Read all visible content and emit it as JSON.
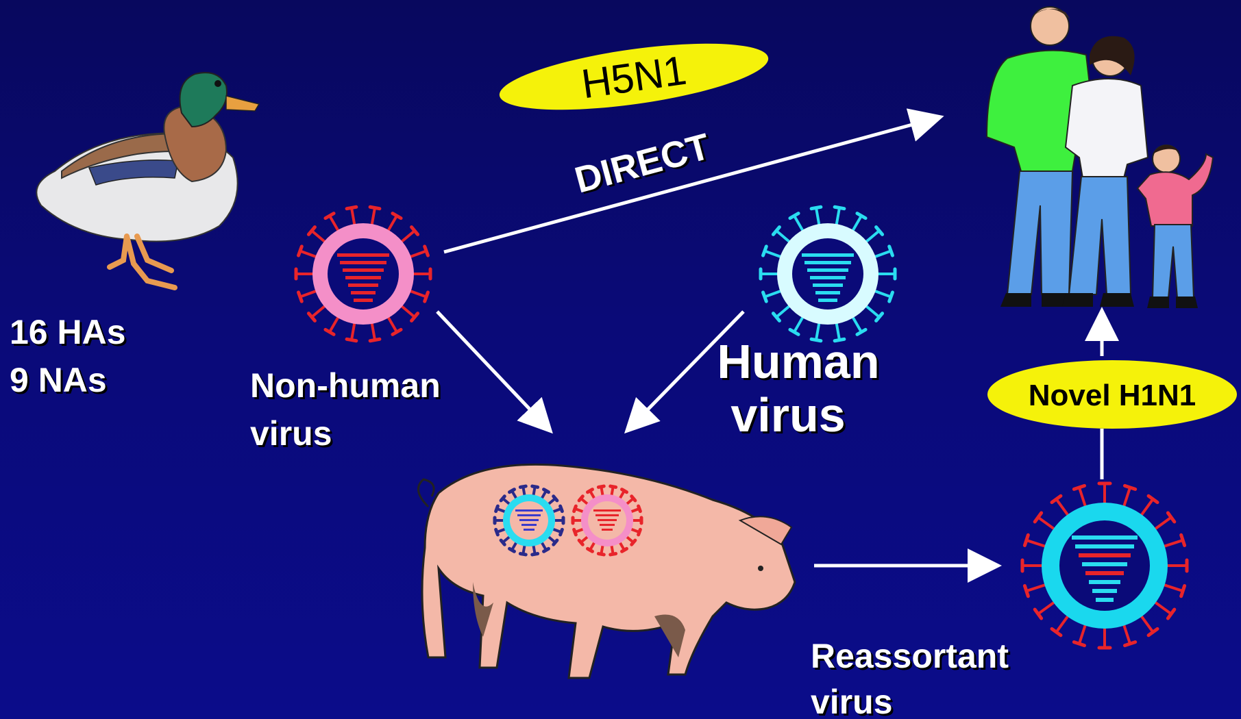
{
  "labels": {
    "ha_count": "16 HAs",
    "na_count": "9 NAs",
    "nonhuman_line1": "Non-human",
    "nonhuman_line2": "virus",
    "human_line1": "Human",
    "human_line2": "virus",
    "reassortant_line1": "Reassortant",
    "reassortant_line2": "virus",
    "direct": "DIRECT",
    "h5n1": "H5N1",
    "novel_h1n1": "Novel H1N1"
  },
  "colors": {
    "background": "#0a0a78",
    "arrow": "#ffffff",
    "badge": "#f5f20a",
    "nonhuman_spike": "#e8242a",
    "nonhuman_ring": "#f48fc8",
    "human_ring": "#d8fbff",
    "human_spike": "#2adcf0",
    "reassortant_ring": "#1ad8ee",
    "pig_body": "#f4b8a8"
  },
  "icons": [
    "duck-icon",
    "family-icon",
    "pig-icon",
    "virus-icon"
  ]
}
